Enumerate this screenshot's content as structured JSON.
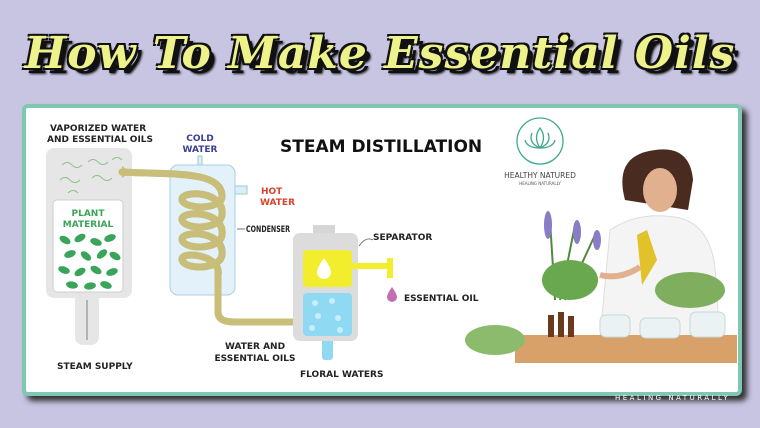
{
  "title": "How To Make Essential Oils",
  "diagram": {
    "heading": "STEAM DISTILLATION",
    "labels": {
      "vapor_line1": "VAPORIZED WATER",
      "vapor_line2": "AND ESSENTIAL OILS",
      "plant_line1": "PLANT",
      "plant_line2": "MATERIAL",
      "steam_supply": "STEAM SUPPLY",
      "cold_line1": "COLD",
      "cold_line2": "WATER",
      "hot_line1": "HOT",
      "hot_line2": "WATER",
      "condenser": "CONDENSER",
      "separator": "SEPARATOR",
      "essential_oil": "ESSENTIAL OIL",
      "water_oils_line1": "WATER AND",
      "water_oils_line2": "ESSENTIAL OILS",
      "floral_waters": "FLORAL WATERS"
    },
    "colors": {
      "plant": "#3aa55a",
      "pipe": "#c9bd7a",
      "oil": "#f2ee2e",
      "water": "#8fd9f2",
      "drop": "#c46fb0",
      "hot": "#d9432c",
      "cold": "#3b3f8f"
    }
  },
  "brand": {
    "name": "HEALTHY NATURED",
    "tagline": "HEALING NATURALLY"
  },
  "footer": "HEALING NATURALLY"
}
